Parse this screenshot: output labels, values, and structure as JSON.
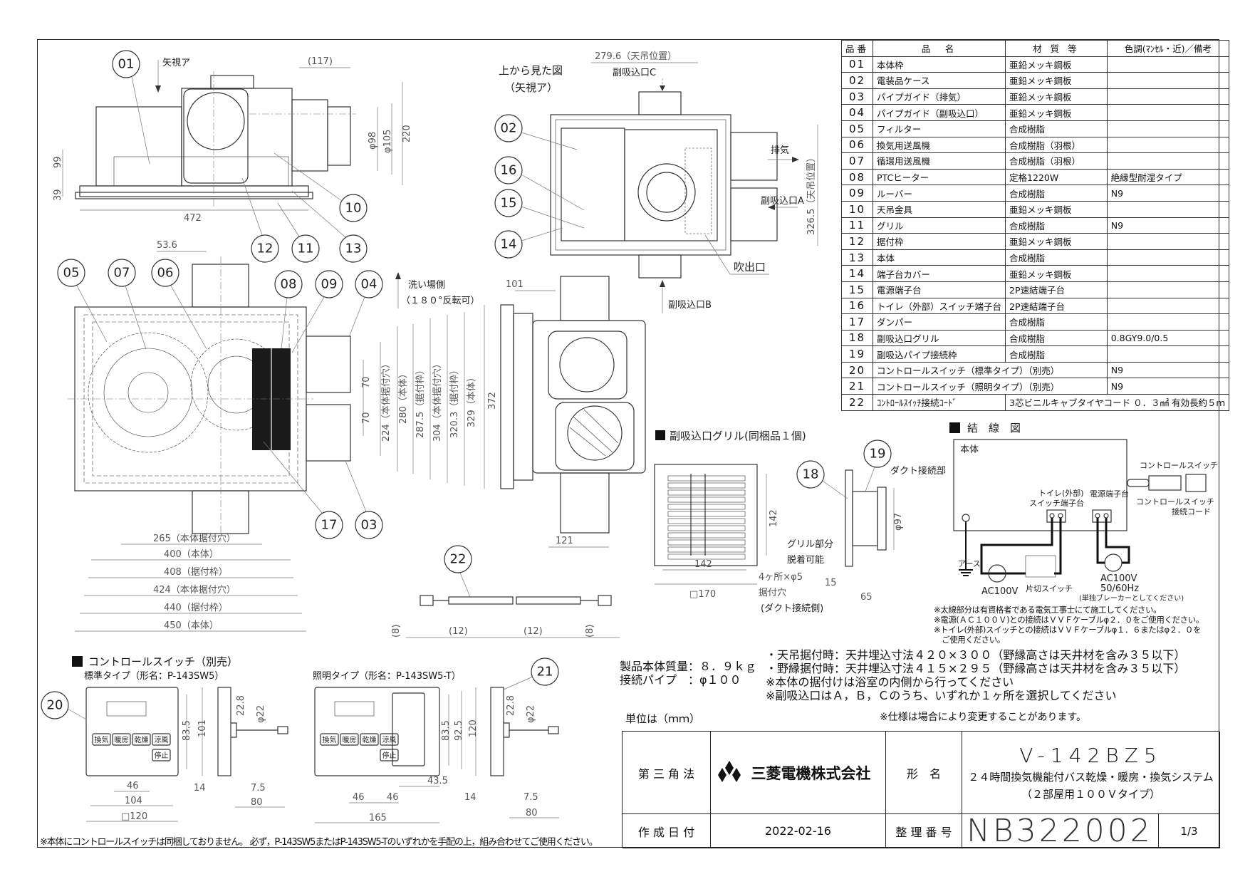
{
  "parts_table": {
    "headers": [
      "品番",
      "品　名",
      "材 質 等",
      "色調(ﾏﾝｾﾙ・近)／備考"
    ],
    "rows": [
      {
        "no": "01",
        "name": "本体枠",
        "material": "亜鉛メッキ鋼板",
        "note": ""
      },
      {
        "no": "02",
        "name": "電装品ケース",
        "material": "亜鉛メッキ鋼板",
        "note": ""
      },
      {
        "no": "03",
        "name": "パイプガイド（排気）",
        "material": "亜鉛メッキ鋼板",
        "note": ""
      },
      {
        "no": "04",
        "name": "パイプガイド（副吸込口）",
        "material": "亜鉛メッキ鋼板",
        "note": ""
      },
      {
        "no": "05",
        "name": "フィルター",
        "material": "合成樹脂",
        "note": ""
      },
      {
        "no": "06",
        "name": "換気用送風機",
        "material": "合成樹脂（羽根）",
        "note": ""
      },
      {
        "no": "07",
        "name": "循環用送風機",
        "material": "合成樹脂（羽根）",
        "note": ""
      },
      {
        "no": "08",
        "name": "PTCヒーター",
        "material": "定格1220W",
        "note": "絶縁型耐湿タイプ"
      },
      {
        "no": "09",
        "name": "ルーバー",
        "material": "合成樹脂",
        "note": "N9"
      },
      {
        "no": "10",
        "name": "天吊金具",
        "material": "亜鉛メッキ鋼板",
        "note": ""
      },
      {
        "no": "11",
        "name": "グリル",
        "material": "合成樹脂",
        "note": "N9"
      },
      {
        "no": "12",
        "name": "据付枠",
        "material": "亜鉛メッキ鋼板",
        "note": ""
      },
      {
        "no": "13",
        "name": "本体",
        "material": "合成樹脂",
        "note": ""
      },
      {
        "no": "14",
        "name": "端子台カバー",
        "material": "亜鉛メッキ鋼板",
        "note": ""
      },
      {
        "no": "15",
        "name": "電源端子台",
        "material": "2P速結端子台",
        "note": ""
      },
      {
        "no": "16",
        "name": "トイレ（外部）スイッチ端子台",
        "material": "2P速結端子台",
        "note": ""
      },
      {
        "no": "17",
        "name": "ダンパー",
        "material": "合成樹脂",
        "note": ""
      },
      {
        "no": "18",
        "name": "副吸込口グリル",
        "material": "合成樹脂",
        "note": "0.8GY9.0/0.5"
      },
      {
        "no": "19",
        "name": "副吸込パイプ接続枠",
        "material": "合成樹脂",
        "note": ""
      },
      {
        "no": "20",
        "name": "コントロールスイッチ（標準タイプ）（別売）",
        "note": "N9"
      },
      {
        "no": "21",
        "name": "コントロールスイッチ（照明タイプ）（別売）",
        "note": "N9"
      },
      {
        "no": "22",
        "name": "ｺﾝﾄﾛｰﾙｽｲｯﾁ接続ｺｰﾄﾞ",
        "material": "3芯ビニルキャブタイヤコード ０．３㎟ 有効長約５ｍ"
      }
    ]
  },
  "side_view": {
    "arrow_label": "矢視ア",
    "dims": {
      "d117": "(117)",
      "d220": "220",
      "phi98": "φ98",
      "phi105": "φ105",
      "d99": "99",
      "d39": "39",
      "d472": "472"
    },
    "balloons": [
      "01",
      "10",
      "12",
      "11",
      "13"
    ]
  },
  "plan_view": {
    "balloons": [
      "05",
      "07",
      "06",
      "08",
      "09",
      "04",
      "17",
      "03"
    ],
    "wash_side": "洗い場側",
    "reversible": "（１８０°反転可）",
    "d53_6": "53.6",
    "vertical_dims": [
      "70",
      "70",
      "224（本体据付穴）",
      "280（本体）",
      "287.5（据付枠）",
      "304（本体据付穴）",
      "320.3（据付枠）",
      "329（本体）"
    ],
    "horizontal_dims": [
      "265（本体据付穴）",
      "400（本体）",
      "408（据付枠）",
      "424（本体据付穴）",
      "440（据付枠）",
      "450（本体）"
    ]
  },
  "top_view": {
    "title": "上から見た図",
    "subtitle": "（矢視ア）",
    "d279_6": "279.6（天吊位置）",
    "d326_5": "326.5（天吊位置）",
    "inlet_c": "副吸込口C",
    "inlet_a": "副吸込口A",
    "inlet_b": "副吸込口B",
    "exhaust": "排気",
    "outlet": "吹出口",
    "balloons": [
      "02",
      "16",
      "15",
      "14"
    ]
  },
  "end_view": {
    "d101": "101",
    "d372": "372",
    "d121": "121"
  },
  "cord": {
    "balloon": "22",
    "dims": [
      "(8)",
      "(12)",
      "(12)",
      "(8)"
    ]
  },
  "grille": {
    "title": "副吸込口グリル(同梱品１個)",
    "balloons": [
      "18",
      "19"
    ],
    "duct_connection": "ダクト接続部",
    "removable_1": "グリル部分",
    "removable_2": "脱着可能",
    "holes_1": "4ヶ所×φ5",
    "holes_2": "据付穴",
    "holes_3": "(ダクト接続側)",
    "dims": {
      "h142": "142",
      "w142": "142",
      "sq170": "□170",
      "phi97": "φ97",
      "d15": "15",
      "d65": "65"
    }
  },
  "wiring": {
    "title": "結　線　図",
    "body": "本体",
    "toilet_terminal_1": "トイレ(外部)",
    "toilet_terminal_2": "スイッチ端子台",
    "power_terminal": "電源端子台",
    "control_switch": "コントロールスイッチ",
    "cord_1": "コントロールスイッチ",
    "cord_2": "接続コード",
    "earth": "アース",
    "ac_left": "AC100V",
    "switch": "片切スイッチ",
    "ac_right_1": "AC100V",
    "ac_right_2": "50/60Hz",
    "ac_right_3": "(単独ブレーカーとしてください)",
    "notes": [
      "※太線部分は有資格者である電気工事士にて施工してください。",
      "※電源(ＡＣ１００Ｖ)との接続はＶＶＦケーブルφ２．０をご使用ください。",
      "※トイレ(外部)スイッチとの接続はＶＶＦケーブルφ１．６またはφ２．０を",
      "　ご使用ください。"
    ]
  },
  "specs": {
    "mass": "製品本体質量：８．９ｋｇ",
    "pipe": "接続パイプ　：φ１００",
    "lines": [
      "・天吊据付時：天井埋込寸法４２０×３００（野縁高さは天井材を含み３５以下）",
      "・野縁据付時：天井埋込寸法４１５×２９５（野縁高さは天井材を含み３５以下）",
      "※本体の据付けは浴室の内側から行ってください",
      "※副吸込口はＡ，Ｂ，Ｃのうち、いずれか１ヶ所を選択してください"
    ],
    "spec_change": "※仕様は場合により変更することがあります。",
    "unit": "単位は（ｍｍ）"
  },
  "control_switch": {
    "title": "コントロールスイッチ（別売）",
    "standard": {
      "label": "標準タイプ（形名：P-143SW5）",
      "balloon": "20",
      "buttons": [
        "換気",
        "暖房",
        "乾燥",
        "涼風",
        "停止"
      ],
      "dims": {
        "h83_5": "83.5",
        "h101": "101",
        "d22_8": "22.8",
        "phi22": "φ22",
        "w46": "46",
        "w104": "104",
        "sq120": "□120",
        "d14": "14",
        "d7_5": "7.5",
        "d80": "80"
      }
    },
    "lighting": {
      "label": "照明タイプ（形名：P-143SW5-T）",
      "balloon": "21",
      "buttons": [
        "換気",
        "暖房",
        "乾燥",
        "涼風",
        "停止"
      ],
      "dims": {
        "h83_5": "83.5",
        "h92_5": "92.5",
        "h120": "120",
        "d22_8": "22.8",
        "phi22": "φ22",
        "d43_5": "43.5",
        "w46a": "46",
        "w46b": "46",
        "w165": "165",
        "d14": "14",
        "d7_5": "7.5",
        "d80": "80"
      }
    },
    "footnote": "※本体にコントロールスイッチは同梱しておりません。 必ず，P-143SW5またはP-143SW5-Tのいずれかを手配の上，組み合わせてご使用ください。"
  },
  "title_block": {
    "projection": "第 三 角 法",
    "company": "三菱電機株式会社",
    "model_label": "形　名",
    "model": "V-142BZ5",
    "product_line1": "２４時間換気機能付バス乾燥・暖房・換気システム",
    "product_line2": "（２部屋用１００Ｖタイプ）",
    "date_label": "作 成 日 付",
    "date": "2022-02-16",
    "ref_label": "整 理 番 号",
    "ref_no": "NB322002",
    "page": "1/3"
  },
  "colors": {
    "line": "#333333",
    "dimension": "#777777",
    "logo": "#111111"
  }
}
